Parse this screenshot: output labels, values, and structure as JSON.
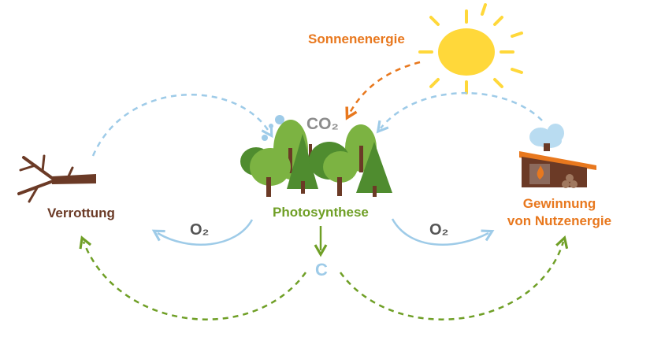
{
  "labels": {
    "sonnenenergie": "Sonnenenergie",
    "co2": "CO₂",
    "verrottung": "Verrottung",
    "photosynthese": "Photosynthese",
    "o2_left": "O₂",
    "o2_right": "O₂",
    "c": "C",
    "gewinnung_line1": "Gewinnung",
    "gewinnung_line2": "von Nutzenergie"
  },
  "colors": {
    "orange": "#e8781e",
    "brown": "#6b3a26",
    "green": "#6f9f26",
    "light_blue": "#9ecbe8",
    "gray": "#8c8c8c",
    "sun": "#ffd83a",
    "tree_green": "#7cb342",
    "tree_dark": "#4f8c2f"
  },
  "icons": [
    "sun-icon",
    "forest-icon",
    "dead-tree-icon",
    "biomass-plant-icon"
  ]
}
